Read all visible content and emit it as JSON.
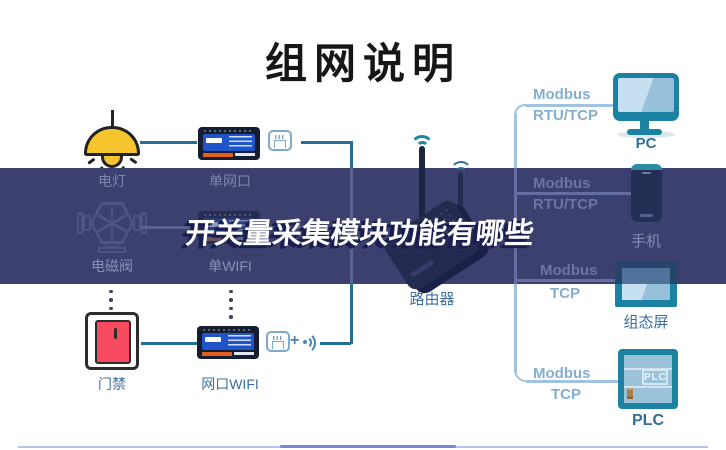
{
  "header": {
    "title": "组网说明"
  },
  "overlay": {
    "title": "开关量采集模块功能有哪些"
  },
  "diagram": {
    "sources": [
      {
        "label": "电灯"
      },
      {
        "label": "电磁阀"
      },
      {
        "label": "门禁"
      }
    ],
    "modules": [
      {
        "label": "单网口"
      },
      {
        "label": "单WIFI"
      },
      {
        "label": "网口WIFI"
      }
    ],
    "router": {
      "label": "路由器"
    },
    "branches": [
      {
        "protocol_line1": "Modbus",
        "protocol_line2": "RTU/TCP",
        "device": "PC"
      },
      {
        "protocol_line1": "Modbus",
        "protocol_line2": "RTU/TCP",
        "device": "手机"
      },
      {
        "protocol_line1": "Modbus",
        "protocol_line2": "TCP",
        "device": "组态屏"
      },
      {
        "protocol_line1": "Modbus",
        "protocol_line2": "TCP",
        "device": "PLC"
      }
    ],
    "plc_chip_text": "PLC",
    "plus_sign": "+"
  },
  "colors": {
    "accent_teal": "#1b82a2",
    "line_teal": "#256f93",
    "line_light_blue": "#9fc3e0",
    "banner_navy": "#3b406e",
    "label_blue": "#3c70a0",
    "protocol_blue": "#83aed2",
    "lamp_yellow": "#f6c52e",
    "door_red": "#f84b5f",
    "module_panel_blue": "#1f55c8",
    "module_orange": "#e35f1d"
  }
}
